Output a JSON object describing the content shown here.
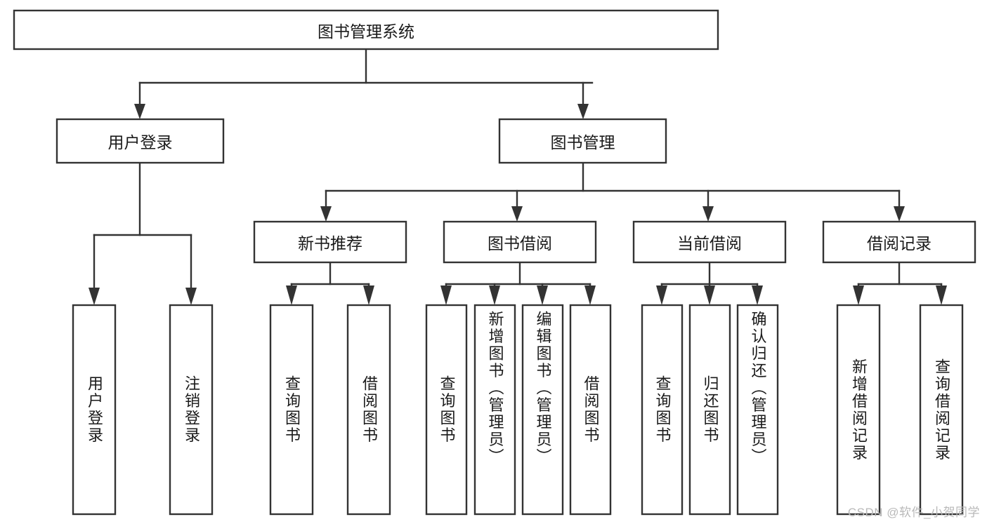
{
  "diagram": {
    "type": "tree",
    "title": "图书管理系统",
    "watermark": "CSDN @软件_小贺同学",
    "colors": {
      "box_fill": "#ffffff",
      "box_stroke": "#333333",
      "text": "#1a1a1a",
      "watermark": "#b9b9b9",
      "background": "#ffffff"
    },
    "root": {
      "label": "图书管理系统",
      "orientation": "horizontal"
    },
    "level1": [
      {
        "id": "user-login",
        "label": "用户登录",
        "orientation": "horizontal"
      },
      {
        "id": "book-management",
        "label": "图书管理",
        "orientation": "horizontal"
      }
    ],
    "level2": [
      {
        "id": "new-book-recommend",
        "label": "新书推荐",
        "parent": "book-management",
        "orientation": "horizontal"
      },
      {
        "id": "book-borrow",
        "label": "图书借阅",
        "parent": "book-management",
        "orientation": "horizontal"
      },
      {
        "id": "current-borrow",
        "label": "当前借阅",
        "parent": "book-management",
        "orientation": "horizontal"
      },
      {
        "id": "borrow-record",
        "label": "借阅记录",
        "parent": "book-management",
        "orientation": "horizontal"
      }
    ],
    "leaves": [
      {
        "id": "leaf-user-login",
        "label": "用户登录",
        "parent": "user-login",
        "orientation": "vertical"
      },
      {
        "id": "leaf-user-logout",
        "label": "注销登录",
        "parent": "user-login",
        "orientation": "vertical"
      },
      {
        "id": "leaf-query-book-1",
        "label": "查询图书",
        "parent": "new-book-recommend",
        "orientation": "vertical"
      },
      {
        "id": "leaf-borrow-book-1",
        "label": "借阅图书",
        "parent": "new-book-recommend",
        "orientation": "vertical"
      },
      {
        "id": "leaf-query-book-2",
        "label": "查询图书",
        "parent": "book-borrow",
        "orientation": "vertical"
      },
      {
        "id": "leaf-add-book",
        "label": "新增图书（管理员）",
        "parent": "book-borrow",
        "orientation": "vertical"
      },
      {
        "id": "leaf-edit-book",
        "label": "编辑图书（管理员）",
        "parent": "book-borrow",
        "orientation": "vertical"
      },
      {
        "id": "leaf-borrow-book-2",
        "label": "借阅图书",
        "parent": "book-borrow",
        "orientation": "vertical"
      },
      {
        "id": "leaf-query-book-3",
        "label": "查询图书",
        "parent": "current-borrow",
        "orientation": "vertical"
      },
      {
        "id": "leaf-return-book",
        "label": "归还图书",
        "parent": "current-borrow",
        "orientation": "vertical"
      },
      {
        "id": "leaf-confirm-return",
        "label": "确认归还（管理员）",
        "parent": "current-borrow",
        "orientation": "vertical"
      },
      {
        "id": "leaf-add-record",
        "label": "新增借阅记录",
        "parent": "borrow-record",
        "orientation": "vertical"
      },
      {
        "id": "leaf-query-record",
        "label": "查询借阅记录",
        "parent": "borrow-record",
        "orientation": "vertical"
      }
    ]
  }
}
